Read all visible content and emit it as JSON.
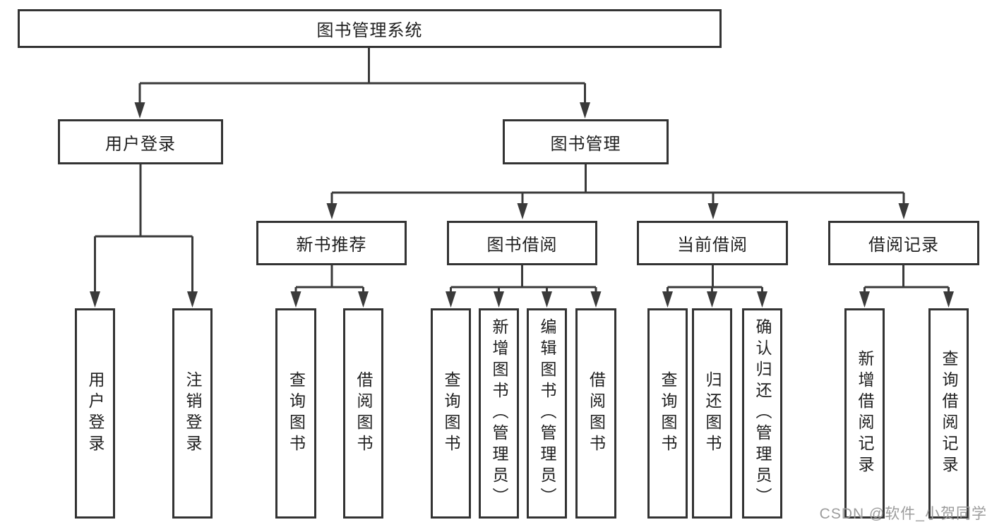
{
  "colors": {
    "background": "#ffffff",
    "line": "#3a3a3a",
    "box_border": "#333333",
    "box_fill": "#ffffff",
    "text": "#1f1f1f",
    "watermark": "#9c9c9c"
  },
  "watermark": {
    "text": "CSDN @软件_小贺同学"
  },
  "tree": {
    "root": {
      "label": "图书管理系统"
    },
    "branches": [
      {
        "label": "用户登录",
        "children": [
          {
            "label": "用户登录"
          },
          {
            "label": "注销登录"
          }
        ]
      },
      {
        "label": "图书管理",
        "sections": [
          {
            "label": "新书推荐",
            "children": [
              {
                "label": "查询图书"
              },
              {
                "label": "借阅图书"
              }
            ]
          },
          {
            "label": "图书借阅",
            "children": [
              {
                "label": "查询图书"
              },
              {
                "label": "新增图书（管理员）"
              },
              {
                "label": "编辑图书（管理员）"
              },
              {
                "label": "借阅图书"
              }
            ]
          },
          {
            "label": "当前借阅",
            "children": [
              {
                "label": "查询图书"
              },
              {
                "label": "归还图书"
              },
              {
                "label": "确认归还（管理员）"
              }
            ]
          },
          {
            "label": "借阅记录",
            "children": [
              {
                "label": "新增借阅记录"
              },
              {
                "label": "查询借阅记录"
              }
            ]
          }
        ]
      }
    ]
  }
}
